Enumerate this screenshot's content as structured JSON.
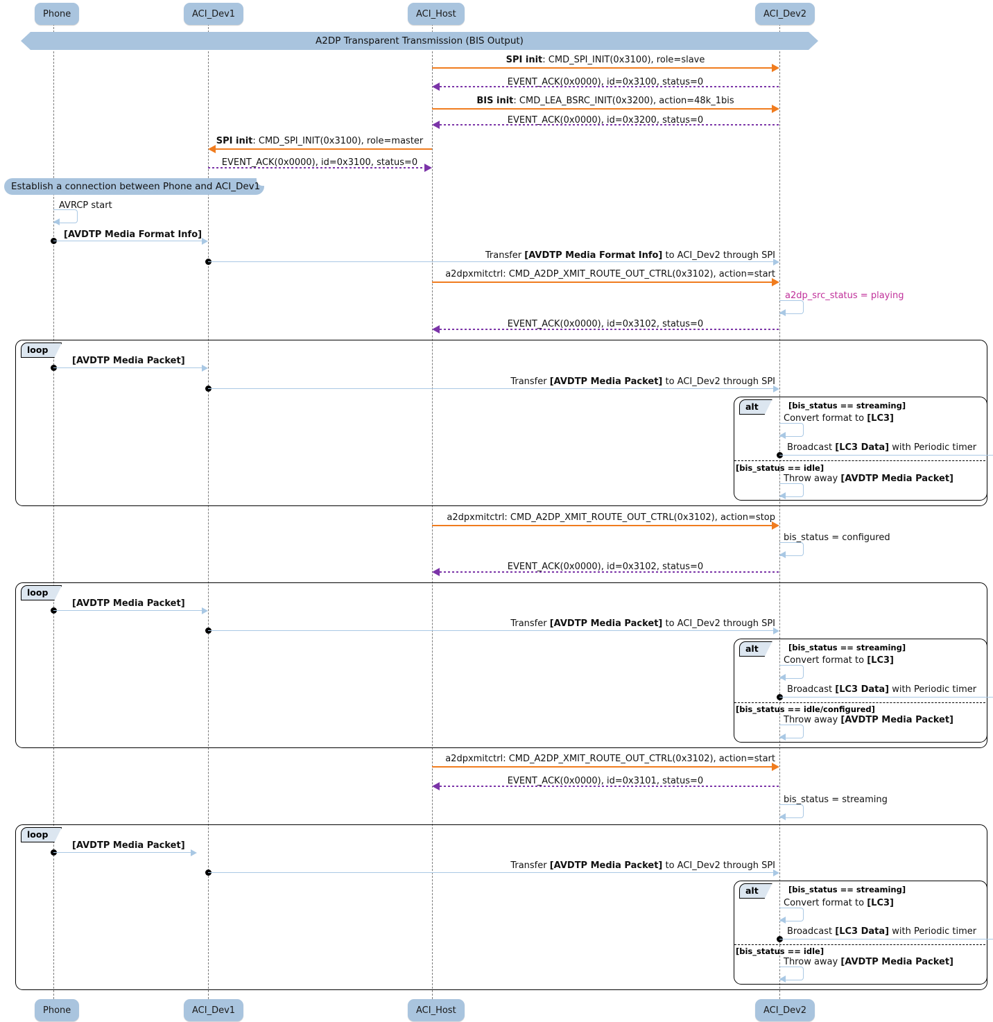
{
  "diagram": {
    "type": "uml-sequence-diagram",
    "title_divider": "A2DP Transparent Transmission (BIS Output)",
    "colors": {
      "participant_fill": "#A9C4DE",
      "command_arrow": "#F07C1E",
      "ack_arrow": "#7B34A8",
      "data_arrow": "#A9C8E4",
      "status_text": "#C0309A",
      "fragment_label_fill": "#DCE6F0"
    }
  },
  "participants": [
    {
      "name": "Phone",
      "label": "Phone"
    },
    {
      "name": "ACI_Dev1",
      "label": "ACI_Dev1"
    },
    {
      "name": "ACI_Host",
      "label": "ACI_Host"
    },
    {
      "name": "ACI_Dev2",
      "label": "ACI_Dev2"
    }
  ],
  "notes": [
    {
      "text": "Establish a connection between Phone and ACI_Dev1"
    }
  ],
  "fragments": [
    {
      "keyword": "loop",
      "index": 1
    },
    {
      "keyword": "alt",
      "index": 1,
      "conditions": [
        "[bis_status == streaming]",
        "[bis_status == idle]"
      ]
    },
    {
      "keyword": "loop",
      "index": 2
    },
    {
      "keyword": "alt",
      "index": 2,
      "conditions": [
        "[bis_status == streaming]",
        "[bis_status == idle/configured]"
      ]
    },
    {
      "keyword": "loop",
      "index": 3
    },
    {
      "keyword": "alt",
      "index": 3,
      "conditions": [
        "[bis_status == streaming]",
        "[bis_status == idle]"
      ]
    }
  ],
  "messages": [
    {
      "id": "m01",
      "bold_prefix": "SPI init",
      "text": ": CMD_SPI_INIT(0x3100), role=slave",
      "from": "ACI_Host",
      "to": "ACI_Dev2",
      "style": "command"
    },
    {
      "id": "m02",
      "bold_prefix": "",
      "text": "EVENT_ACK(0x0000), id=0x3100, status=0",
      "from": "ACI_Dev2",
      "to": "ACI_Host",
      "style": "ack"
    },
    {
      "id": "m03",
      "bold_prefix": "BIS init",
      "text": ": CMD_LEA_BSRC_INIT(0x3200), action=48k_1bis",
      "from": "ACI_Host",
      "to": "ACI_Dev2",
      "style": "command"
    },
    {
      "id": "m04",
      "bold_prefix": "",
      "text": "EVENT_ACK(0x0000), id=0x3200, status=0",
      "from": "ACI_Dev2",
      "to": "ACI_Host",
      "style": "ack"
    },
    {
      "id": "m05",
      "bold_prefix": "SPI init",
      "text": ": CMD_SPI_INIT(0x3100), role=master",
      "from": "ACI_Host",
      "to": "ACI_Dev1",
      "style": "command"
    },
    {
      "id": "m06",
      "bold_prefix": "",
      "text": "EVENT_ACK(0x0000), id=0x3100, status=0",
      "from": "ACI_Dev1",
      "to": "ACI_Host",
      "style": "ack"
    },
    {
      "id": "m07",
      "bold_prefix": "",
      "text": "AVRCP start",
      "from": "Phone",
      "to": "Phone",
      "style": "self"
    },
    {
      "id": "m08",
      "bold_prefix": "",
      "text": "[AVDTP Media Format Info]",
      "from": "Phone",
      "to": "ACI_Dev1",
      "style": "data",
      "bold_all": true
    },
    {
      "id": "m09",
      "bold_prefix": "",
      "text": "Transfer [AVDTP Media Format Info] to ACI_Dev2 through SPI",
      "from": "ACI_Dev1",
      "to": "ACI_Dev2",
      "style": "data"
    },
    {
      "id": "m10",
      "bold_prefix": "",
      "text": "a2dpxmitctrl: CMD_A2DP_XMIT_ROUTE_OUT_CTRL(0x3102), action=start",
      "from": "ACI_Host",
      "to": "ACI_Dev2",
      "style": "command"
    },
    {
      "id": "m11",
      "bold_prefix": "",
      "text": "a2dp_src_status = playing",
      "from": "ACI_Dev2",
      "to": "ACI_Dev2",
      "style": "self-status"
    },
    {
      "id": "m12",
      "bold_prefix": "",
      "text": "EVENT_ACK(0x0000), id=0x3102, status=0",
      "from": "ACI_Dev2",
      "to": "ACI_Host",
      "style": "ack"
    },
    {
      "id": "m13",
      "bold_prefix": "",
      "text": "[AVDTP Media Packet]",
      "from": "Phone",
      "to": "ACI_Dev1",
      "style": "data",
      "bold_all": true
    },
    {
      "id": "m14",
      "bold_prefix": "",
      "text": "Transfer [AVDTP Media Packet] to ACI_Dev2 through SPI",
      "from": "ACI_Dev1",
      "to": "ACI_Dev2",
      "style": "data"
    },
    {
      "id": "m15",
      "bold_prefix": "",
      "text": "Convert format to [LC3]",
      "from": "ACI_Dev2",
      "to": "ACI_Dev2",
      "style": "self"
    },
    {
      "id": "m16",
      "bold_prefix": "",
      "text": "Broadcast [LC3 Data] with Periodic timer",
      "from": "ACI_Dev2",
      "to": "external",
      "style": "data"
    },
    {
      "id": "m17",
      "bold_prefix": "",
      "text": "Throw away [AVDTP Media Packet]",
      "from": "ACI_Dev2",
      "to": "ACI_Dev2",
      "style": "self"
    },
    {
      "id": "m18",
      "bold_prefix": "",
      "text": "a2dpxmitctrl: CMD_A2DP_XMIT_ROUTE_OUT_CTRL(0x3102), action=stop",
      "from": "ACI_Host",
      "to": "ACI_Dev2",
      "style": "command"
    },
    {
      "id": "m19",
      "bold_prefix": "",
      "text": "bis_status = configured",
      "from": "ACI_Dev2",
      "to": "ACI_Dev2",
      "style": "self"
    },
    {
      "id": "m20",
      "bold_prefix": "",
      "text": "EVENT_ACK(0x0000), id=0x3102, status=0",
      "from": "ACI_Dev2",
      "to": "ACI_Host",
      "style": "ack"
    },
    {
      "id": "m21",
      "bold_prefix": "",
      "text": "[AVDTP Media Packet]",
      "from": "Phone",
      "to": "ACI_Dev1",
      "style": "data",
      "bold_all": true
    },
    {
      "id": "m22",
      "bold_prefix": "",
      "text": "Transfer [AVDTP Media Packet] to ACI_Dev2 through SPI",
      "from": "ACI_Dev1",
      "to": "ACI_Dev2",
      "style": "data"
    },
    {
      "id": "m23",
      "bold_prefix": "",
      "text": "Convert format to [LC3]",
      "from": "ACI_Dev2",
      "to": "ACI_Dev2",
      "style": "self"
    },
    {
      "id": "m24",
      "bold_prefix": "",
      "text": "Broadcast [LC3 Data] with Periodic timer",
      "from": "ACI_Dev2",
      "to": "external",
      "style": "data"
    },
    {
      "id": "m25",
      "bold_prefix": "",
      "text": "Throw away [AVDTP Media Packet]",
      "from": "ACI_Dev2",
      "to": "ACI_Dev2",
      "style": "self"
    },
    {
      "id": "m26",
      "bold_prefix": "",
      "text": "a2dpxmitctrl: CMD_A2DP_XMIT_ROUTE_OUT_CTRL(0x3102), action=start",
      "from": "ACI_Host",
      "to": "ACI_Dev2",
      "style": "command"
    },
    {
      "id": "m27",
      "bold_prefix": "",
      "text": "EVENT_ACK(0x0000), id=0x3101, status=0",
      "from": "ACI_Dev2",
      "to": "ACI_Host",
      "style": "ack"
    },
    {
      "id": "m28",
      "bold_prefix": "",
      "text": "bis_status = streaming",
      "from": "ACI_Dev2",
      "to": "ACI_Dev2",
      "style": "self"
    },
    {
      "id": "m29",
      "bold_prefix": "",
      "text": "[AVDTP Media Packet]",
      "from": "Phone",
      "to": "ACI_Dev1",
      "style": "data",
      "bold_all": true
    },
    {
      "id": "m30",
      "bold_prefix": "",
      "text": "Transfer [AVDTP Media Packet] to ACI_Dev2 through SPI",
      "from": "ACI_Dev1",
      "to": "ACI_Dev2",
      "style": "data"
    },
    {
      "id": "m31",
      "bold_prefix": "",
      "text": "Convert format to [LC3]",
      "from": "ACI_Dev2",
      "to": "ACI_Dev2",
      "style": "self"
    },
    {
      "id": "m32",
      "bold_prefix": "",
      "text": "Broadcast [LC3 Data] with Periodic timer",
      "from": "ACI_Dev2",
      "to": "external",
      "style": "data"
    },
    {
      "id": "m33",
      "bold_prefix": "",
      "text": "Throw away [AVDTP Media Packet]",
      "from": "ACI_Dev2",
      "to": "ACI_Dev2",
      "style": "self"
    }
  ],
  "labels": {
    "p_phone": "Phone",
    "p_dev1": "ACI_Dev1",
    "p_host": "ACI_Host",
    "p_dev2": "ACI_Dev2",
    "loop_kw": "loop",
    "alt_kw": "alt",
    "cond_streaming": "[bis_status == streaming]",
    "cond_idle": "[bis_status == idle]",
    "cond_idle_cfg": "[bis_status == idle/configured]"
  }
}
